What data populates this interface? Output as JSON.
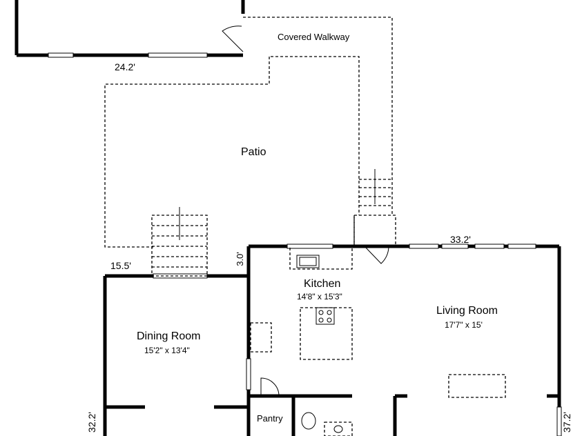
{
  "rooms": {
    "covered_walkway": "Covered Walkway",
    "patio": "Patio",
    "kitchen": "Kitchen",
    "kitchen_size": "14'8\" x 15'3\"",
    "dining_room": "Dining Room",
    "dining_room_size": "15'2\" x 13'4\"",
    "living_room": "Living Room",
    "living_room_size": "17'7\" x 15'",
    "pantry": "Pantry"
  },
  "dimensions": {
    "top_wall": "24.2'",
    "dining_top": "15.5'",
    "kitchen_gap": "3.0'",
    "living_top": "33.2'",
    "left_side": "32.2'",
    "right_side": "37.2'"
  }
}
